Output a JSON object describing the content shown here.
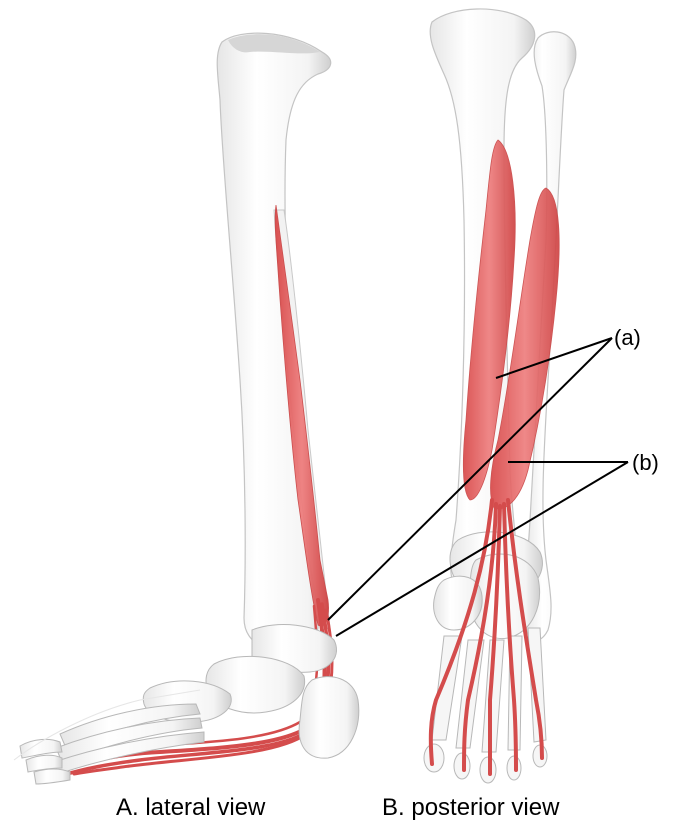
{
  "figure": {
    "callouts": {
      "a": "(a)",
      "b": "(b)"
    },
    "captions": {
      "lateral": "A. lateral view",
      "posterior": "B. posterior view"
    },
    "colors": {
      "bone": "#ffffff",
      "bone_shadow": "#d9d9d9",
      "bone_outline": "#bdbdbd",
      "muscle": "#e25a5a",
      "muscle_light": "#ef8a8a",
      "tendon": "#c83c3c",
      "leader_line": "#000000"
    }
  }
}
